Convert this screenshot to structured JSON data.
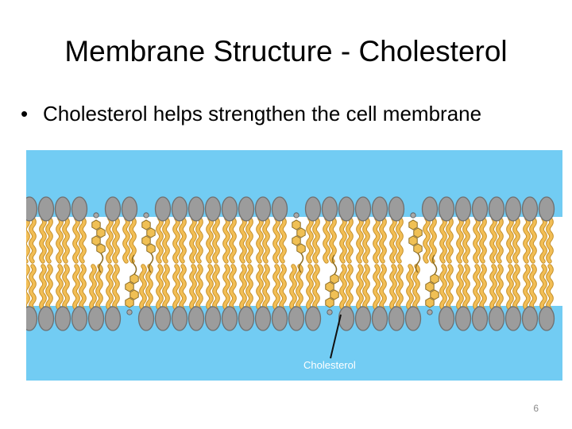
{
  "slide": {
    "title": "Membrane Structure - Cholesterol",
    "bullets": [
      "Cholesterol helps strengthen the cell membrane"
    ],
    "page_number": "6"
  },
  "diagram": {
    "label": "Cholesterol",
    "colors": {
      "water": "#72ccf3",
      "interior": "#ffffff",
      "head": "#9c9c9c",
      "head_dark": "#6f6f6f",
      "tail": "#f2be55",
      "tail_dark": "#c8922c",
      "sterol_ring": "#f0c055",
      "sterol_edge": "#8a6a20",
      "sterol_oh": "#a8a8a8"
    }
  }
}
